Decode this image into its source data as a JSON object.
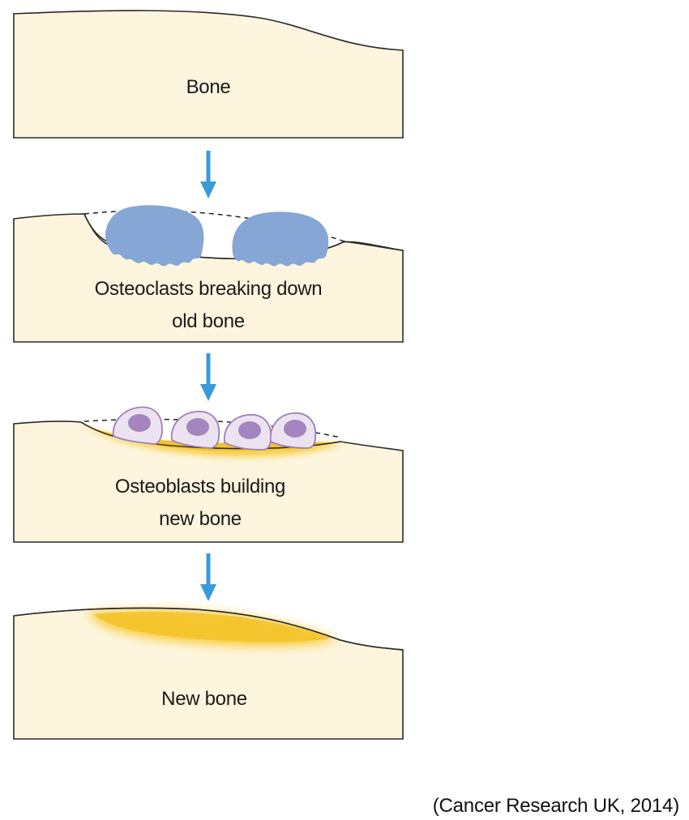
{
  "panels": [
    {
      "label_lines": [
        "Bone"
      ]
    },
    {
      "label_lines": [
        "Osteoclasts breaking down",
        "old bone"
      ]
    },
    {
      "label_lines": [
        "Osteoblasts building",
        "new bone"
      ]
    },
    {
      "label_lines": [
        "New bone"
      ]
    }
  ],
  "caption": "(Cancer Research UK, 2014)",
  "colors": {
    "bone_fill": "#fdf5dd",
    "bone_stroke": "#2a2a2a",
    "arrow": "#3a9ad9",
    "osteoclast": "#86a6d6",
    "osteoblast_cell": "#ece3f1",
    "osteoblast_outline": "#9f80b8",
    "osteoblast_nucleus": "#a585bf",
    "new_bone": "#f7cd3f"
  }
}
